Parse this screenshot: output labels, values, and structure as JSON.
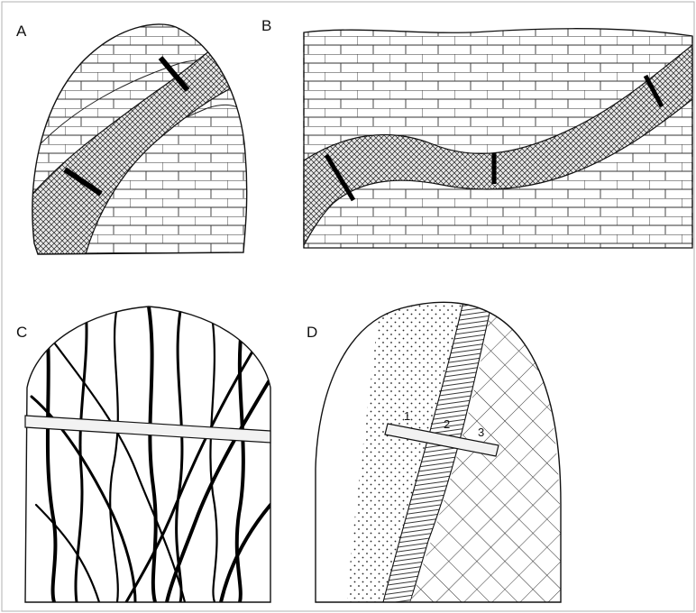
{
  "panels": [
    {
      "id": "A",
      "label": "A"
    },
    {
      "id": "B",
      "label": "B"
    },
    {
      "id": "C",
      "label": "C"
    },
    {
      "id": "D",
      "label": "D"
    }
  ],
  "panel_d": {
    "sample_numbers": [
      "1",
      "2",
      "3"
    ]
  },
  "colors": {
    "ink": "#111111",
    "background": "#ffffff",
    "frame": "#b0b0b0",
    "core_bar_fill": "#f2f2f2"
  }
}
